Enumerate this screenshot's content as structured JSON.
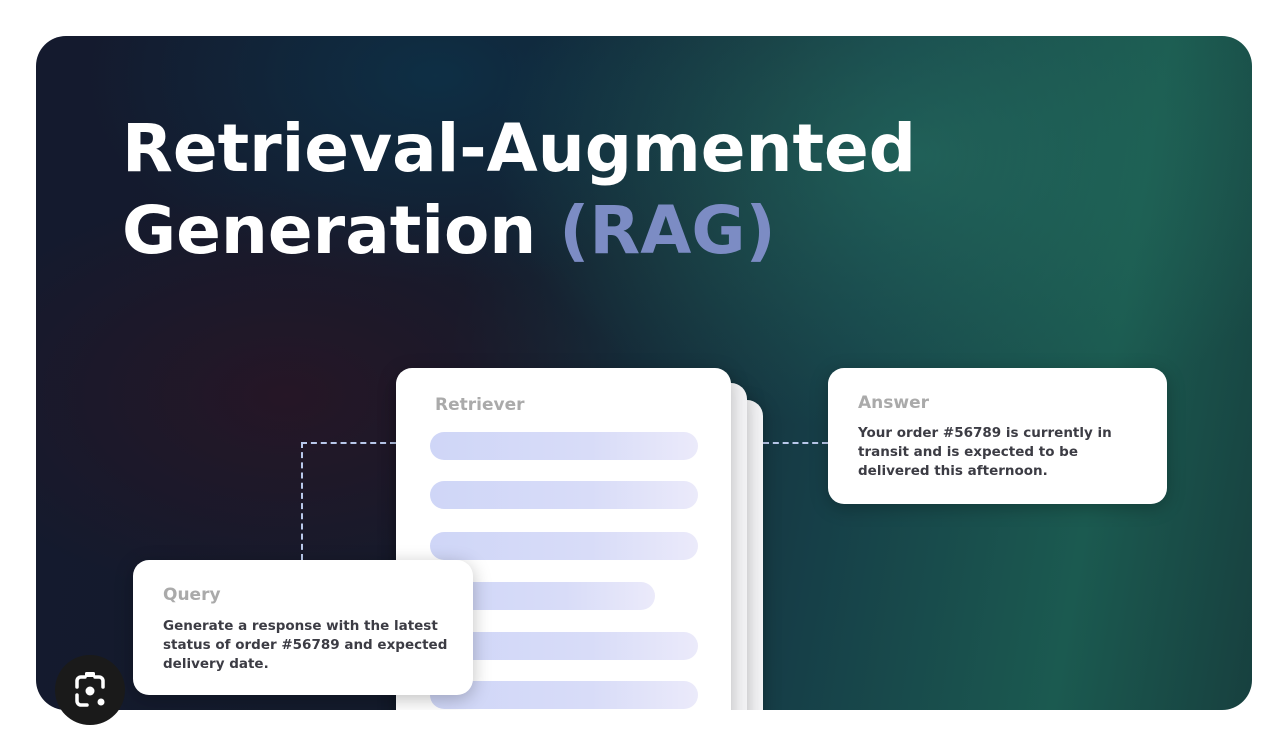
{
  "title": {
    "line1": "Retrieval-Augmented",
    "line2": "Generation",
    "accent": "(RAG)"
  },
  "retriever": {
    "label": "Retriever"
  },
  "query": {
    "label": "Query",
    "text": "Generate a response with the latest status of order #56789 and expected delivery date."
  },
  "answer": {
    "label": "Answer",
    "text": "Your order #56789 is currently in transit and is expected to be delivered this afternoon."
  },
  "colors": {
    "accent": "#7c8cc4",
    "bar": "#d3d9f7",
    "dash": "#b9c8ea"
  },
  "icons": {
    "lens": "visual-search-icon"
  }
}
